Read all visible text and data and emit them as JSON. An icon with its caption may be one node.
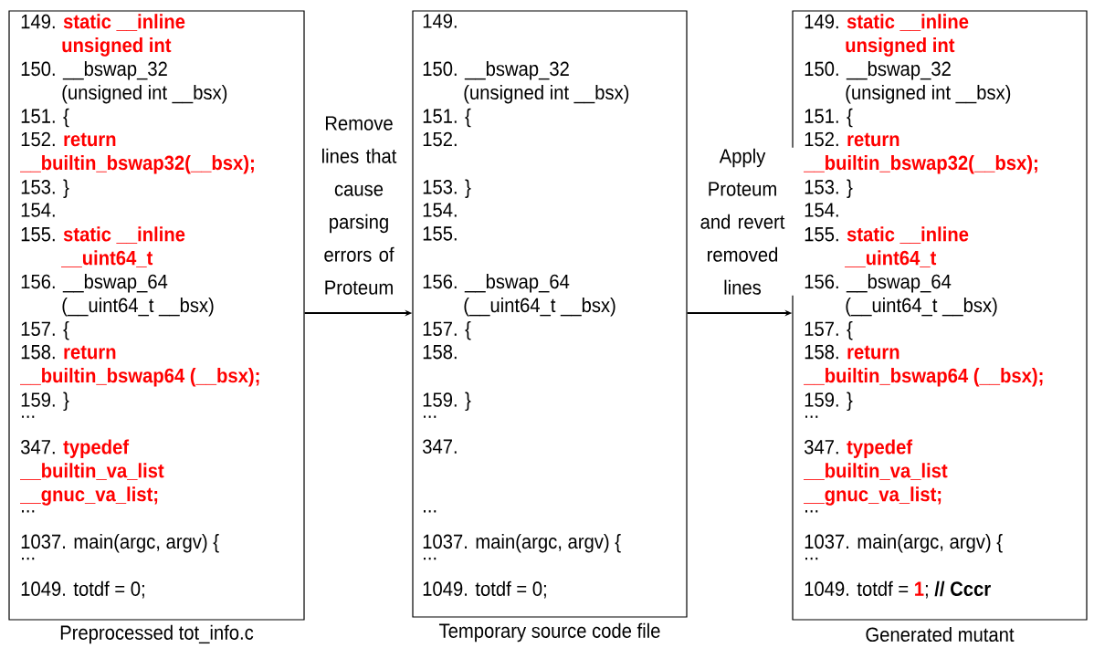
{
  "diagram": {
    "nodes": [
      {
        "text": [
          "149. **static __inline unsigned int**",
          "150. __bswap_32 (unsigned int __bsx)",
          "151. {",
          "152. **return __builtin_bswap32(__bsx);**",
          "153. }",
          "154.",
          "155. **static __inline __uint64_t**",
          "156. __bswap_64 (__uint64_t __bsx)",
          "157. {",
          "158. **return __builtin_bswap64 (__bsx);**",
          "159. }",
          "...",
          "347. **typedef __builtin_va_list __gnuc_va_list;**",
          "...",
          "1037. main(argc, argv) {",
          "...",
          "1049. totdf = 0;"
        ],
        "beside": [
          "Preprocessed tot_info.c"
        ]
      },
      {
        "text": [
          "149.",
          "150. __bswap_32 (unsigned int __bsx)",
          "151. {",
          "152.",
          "153. }",
          "154.",
          "155.",
          "156. __bswap_64 (__uint64_t __bsx)",
          "157. {",
          "158.",
          "159. }",
          "...",
          "347.",
          "...",
          "1037. main(argc, argv) {",
          "...",
          "1049. totdf = 0;"
        ],
        "beside": [
          "Temporary source code file"
        ]
      },
      {
        "text": [
          "149. **static __inline unsigned int**",
          "150. __bswap_32 (unsigned int __bsx)",
          "151. {",
          "152. **return __builtin_bswap32(__bsx);**",
          "153. }",
          "154.",
          "155. **static __inline __uint64_t**",
          "156. __bswap_64 (__uint64_t __bsx)",
          "157. {",
          "158. **return __builtin_bswap64 (__bsx);**",
          "159. }",
          "...",
          "347. **typedef __builtin_va_list __gnuc_va_list;**",
          "...",
          "1037. main(argc, argv) {",
          "...",
          "1049. totdf = **1**; **// Cccr**"
        ],
        "beside": [
          "Generated mutant"
        ]
      }
    ],
    "edges": [
      {
        "from": 0,
        "to": 1,
        "arrow": "to",
        "label": "Remove lines that cause parsing errors of Proteum"
      },
      {
        "from": 1,
        "to": 2,
        "arrow": "to",
        "label": "Apply Proteum and revert removed lines"
      }
    ]
  }
}
